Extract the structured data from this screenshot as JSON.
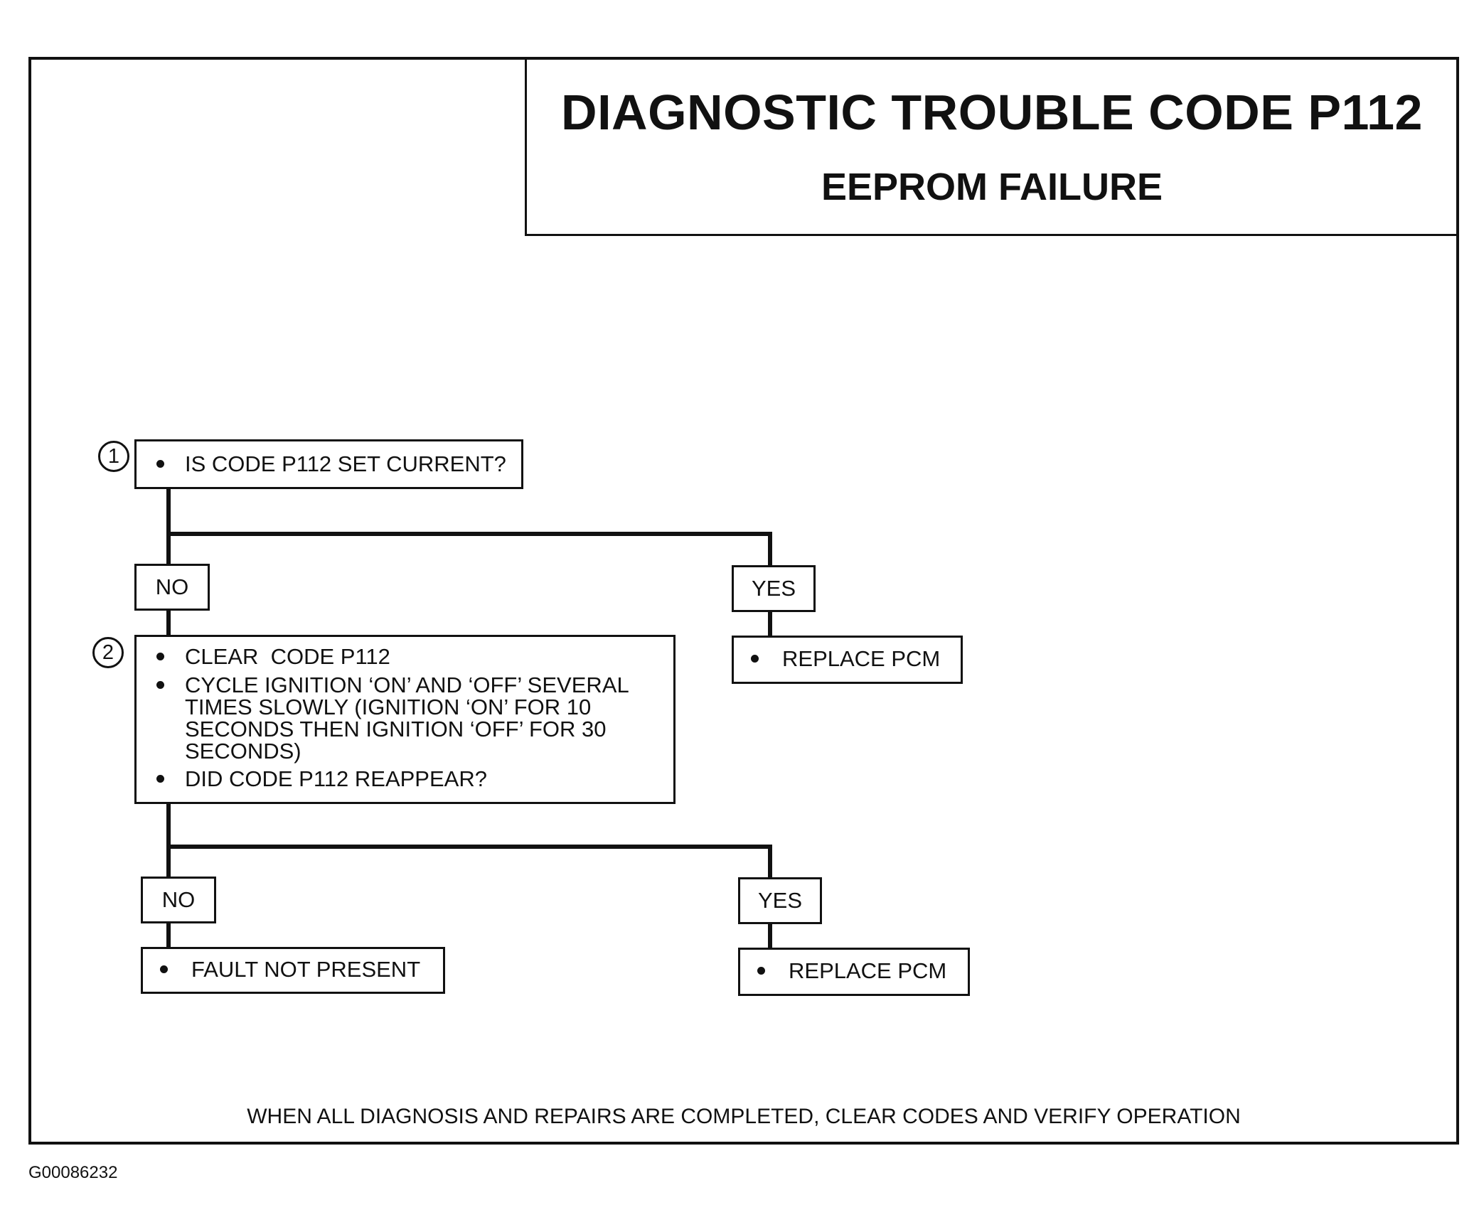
{
  "title": "DIAGNOSTIC TROUBLE CODE P112",
  "subtitle": "EEPROM FAILURE",
  "steps": [
    {
      "number": "1",
      "lines": [
        "IS CODE P112 SET CURRENT?"
      ]
    },
    {
      "number": "2",
      "lines": [
        "CLEAR  CODE P112",
        "CYCLE IGNITION ‘ON’ AND ‘OFF’ SEVERAL\nTIMES SLOWLY (IGNITION ‘ON’ FOR 10\nSECONDS THEN IGNITION ‘OFF’ FOR 30\nSECONDS)",
        "DID CODE P112 REAPPEAR?"
      ]
    }
  ],
  "branch1": {
    "no": "NO",
    "yes": "YES",
    "yes_action": "REPLACE PCM"
  },
  "branch2": {
    "no": "NO",
    "no_action": "FAULT NOT PRESENT",
    "yes": "YES",
    "yes_action": "REPLACE PCM"
  },
  "footer": "WHEN ALL DIAGNOSIS AND REPAIRS ARE COMPLETED, CLEAR CODES AND VERIFY OPERATION",
  "figure_id": "G00086232"
}
